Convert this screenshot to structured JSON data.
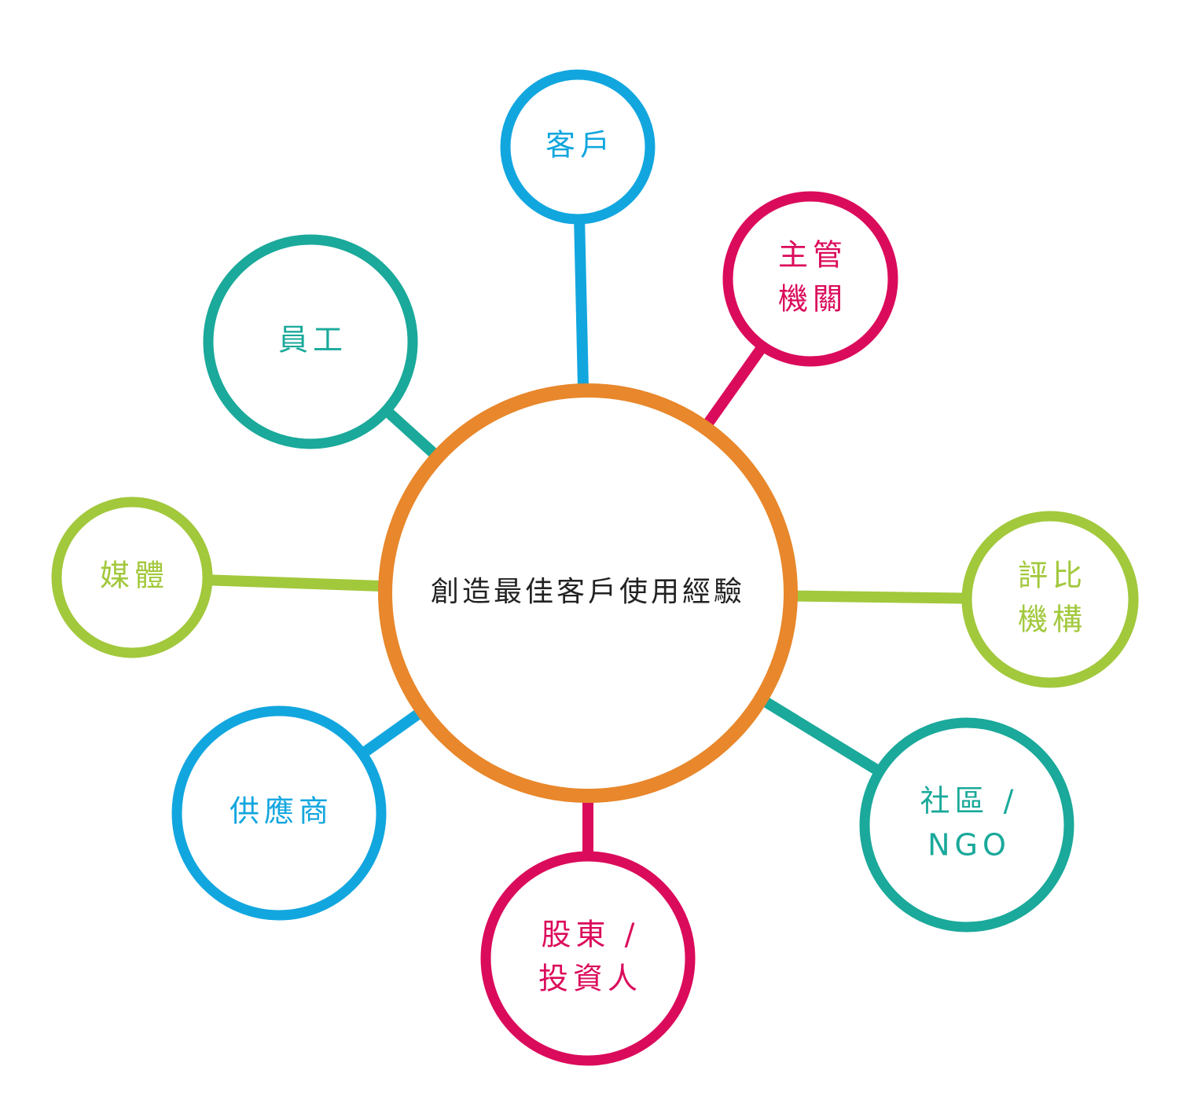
{
  "colors": {
    "orange": "#E8872B",
    "blue": "#12A6DF",
    "crimson": "#DB0B5B",
    "teal": "#1AA99A",
    "lime": "#A2C83C"
  },
  "center": {
    "label": "創造最佳客戶使用經驗",
    "color": "orange"
  },
  "nodes": [
    {
      "id": "customer",
      "lines": [
        "客戶"
      ],
      "color": "blue"
    },
    {
      "id": "regulator",
      "lines": [
        "主管",
        "機關"
      ],
      "color": "crimson"
    },
    {
      "id": "employee",
      "lines": [
        "員工"
      ],
      "color": "teal"
    },
    {
      "id": "media",
      "lines": [
        "媒體"
      ],
      "color": "lime"
    },
    {
      "id": "rating",
      "lines": [
        "評比",
        "機構"
      ],
      "color": "lime"
    },
    {
      "id": "supplier",
      "lines": [
        "供應商"
      ],
      "color": "blue"
    },
    {
      "id": "community",
      "lines": [
        "社區 /",
        "NGO"
      ],
      "color": "teal"
    },
    {
      "id": "shareholder",
      "lines": [
        "股東 /",
        "投資人"
      ],
      "color": "crimson"
    }
  ]
}
